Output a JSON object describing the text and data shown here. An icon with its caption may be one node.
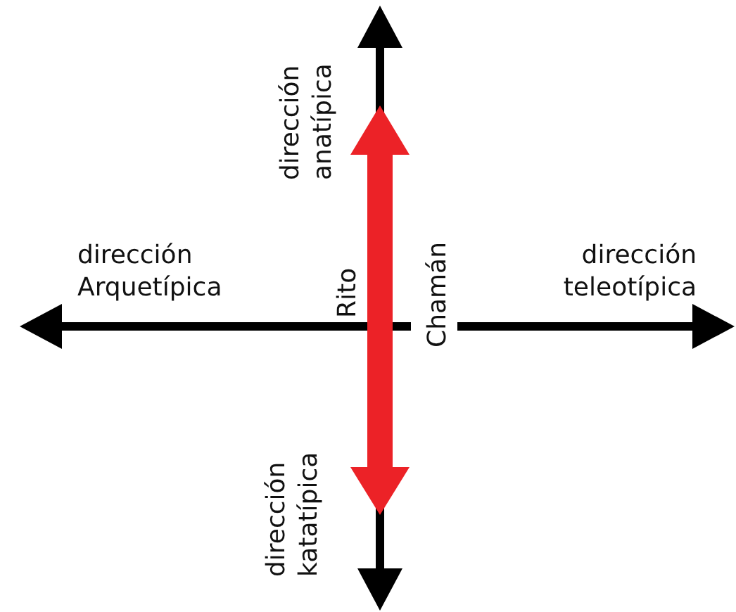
{
  "diagram": {
    "labels": [
      "dirección anatípica",
      "dirección Arquetípica",
      "dirección teleotípica",
      "Rito",
      "Chamán",
      "dirección katatípica"
    ]
  }
}
